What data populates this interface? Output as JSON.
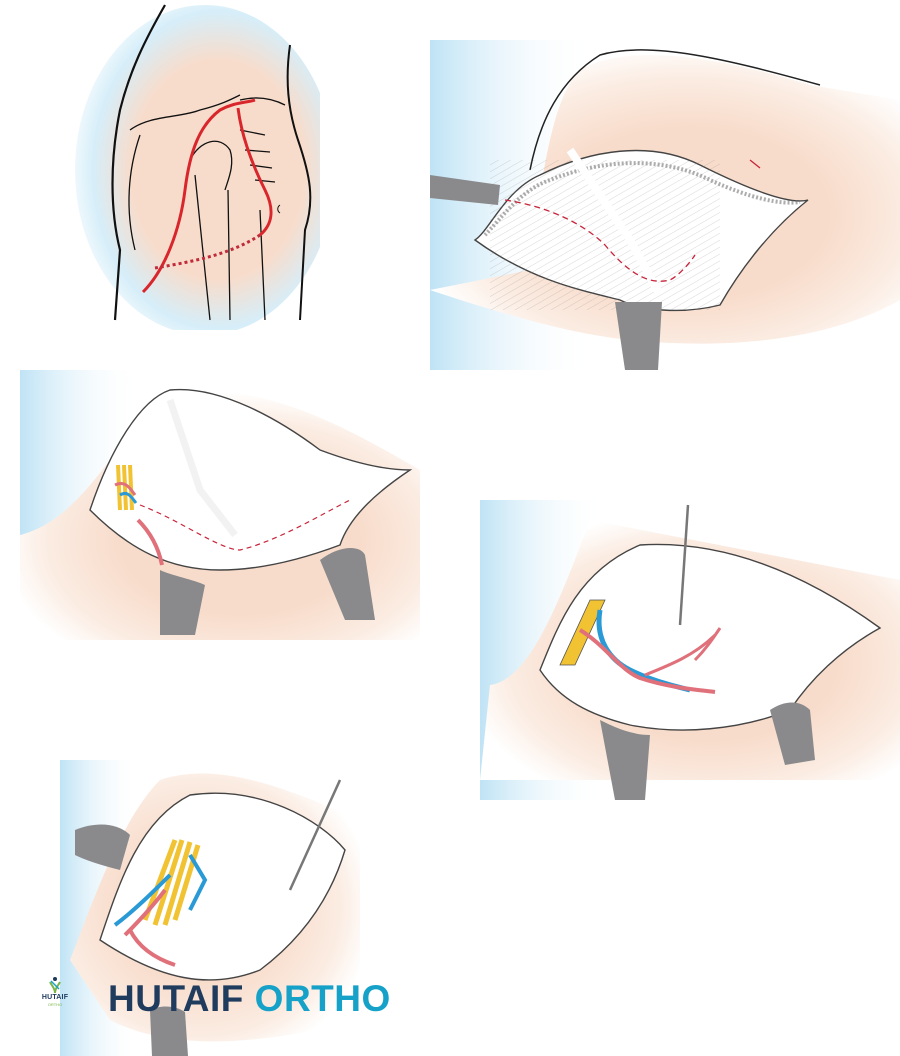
{
  "figure": {
    "panels": [
      {
        "id": "step-1",
        "subject": "skin-incision-outline",
        "incision_color": "#d9262c"
      },
      {
        "id": "step-2",
        "subject": "exposed-muscle-with-planned-incision",
        "incision_color": "#c8243a"
      },
      {
        "id": "step-3",
        "subject": "retracted-muscle-neurovascular-bundle"
      },
      {
        "id": "step-4",
        "subject": "deep-dissection-vessels-branching"
      },
      {
        "id": "step-5",
        "subject": "brachial-plexus-exposure"
      }
    ],
    "colors": {
      "skin": "#f8dccb",
      "halo_blue": "#bfe3f5",
      "nerve": "#f1c232",
      "artery": "#e0707a",
      "vein": "#2a9ad6",
      "retractor": "#8a8a8c"
    }
  },
  "watermark": {
    "logo_name": "HUTAIF",
    "logo_sub": "ORTHO",
    "text_primary": "HUTAIF",
    "text_secondary": " ORTHO",
    "color_primary": "#1f3b5e",
    "color_secondary": "#16a2c8"
  }
}
